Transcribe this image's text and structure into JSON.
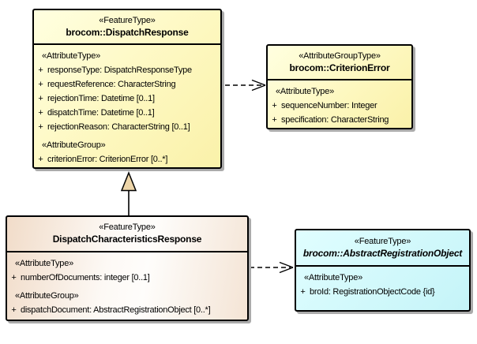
{
  "diagram": {
    "classes": [
      {
        "stereotype": "«FeatureType»",
        "name": "brocom::DispatchResponse",
        "fill": "#fcf5b6",
        "sections": [
          {
            "header": "«AttributeType»",
            "rows": [
              {
                "vis": "+",
                "text": "responseType: DispatchResponseType"
              },
              {
                "vis": "+",
                "text": "requestReference: CharacterString"
              },
              {
                "vis": "+",
                "text": "rejectionTime: Datetime [0..1]"
              },
              {
                "vis": "+",
                "text": "dispatchTime: Datetime [0..1]"
              },
              {
                "vis": "+",
                "text": "rejectionReason: CharacterString [0..1]"
              }
            ]
          },
          {
            "header": "«AttributeGroup»",
            "rows": [
              {
                "vis": "+",
                "text": "criterionError: CriterionError [0..*]"
              }
            ]
          }
        ]
      },
      {
        "stereotype": "«AttributeGroupType»",
        "name": "brocom::CriterionError",
        "fill": "#fcf5b6",
        "sections": [
          {
            "header": "«AttributeType»",
            "rows": [
              {
                "vis": "+",
                "text": "sequenceNumber: Integer"
              },
              {
                "vis": "+",
                "text": "specification: CharacterString"
              }
            ]
          }
        ]
      },
      {
        "stereotype": "«FeatureType»",
        "name": "DispatchCharacteristicsResponse",
        "fill": "#f2ddcb",
        "sections": [
          {
            "header": "«AttributeType»",
            "rows": [
              {
                "vis": "+",
                "text": "numberOfDocuments: integer [0..1]"
              }
            ]
          },
          {
            "header": "«AttributeGroup»",
            "rows": [
              {
                "vis": "+",
                "text": "dispatchDocument: AbstractRegistrationObject [0..*]"
              }
            ]
          }
        ]
      },
      {
        "stereotype": "«FeatureType»",
        "name": "brocom::AbstractRegistrationObject",
        "fill": "#c9f5f8",
        "name_style": "bold-italic",
        "sections": [
          {
            "header": "«AttributeType»",
            "rows": [
              {
                "vis": "+",
                "text": "broId: RegistrationObjectCode {id}"
              }
            ]
          }
        ]
      }
    ],
    "connectors": [
      {
        "type": "dependency",
        "from": "brocom::DispatchResponse",
        "to": "brocom::CriterionError",
        "line": "dashed",
        "arrow": "open"
      },
      {
        "type": "generalization",
        "from": "DispatchCharacteristicsResponse",
        "to": "brocom::DispatchResponse",
        "line": "solid",
        "arrow": "hollow-triangle"
      },
      {
        "type": "dependency",
        "from": "DispatchCharacteristicsResponse",
        "to": "brocom::AbstractRegistrationObject",
        "line": "dashed",
        "arrow": "open"
      }
    ],
    "colors": {
      "border": "#000000",
      "shadow": "#ababab",
      "yellow_fill": "#fcf5b6",
      "peach_fill": "#f2ddcb",
      "cyan_fill": "#c9f5f8",
      "triangle_fill": "#edd5a9",
      "background": "#ffffff"
    }
  }
}
